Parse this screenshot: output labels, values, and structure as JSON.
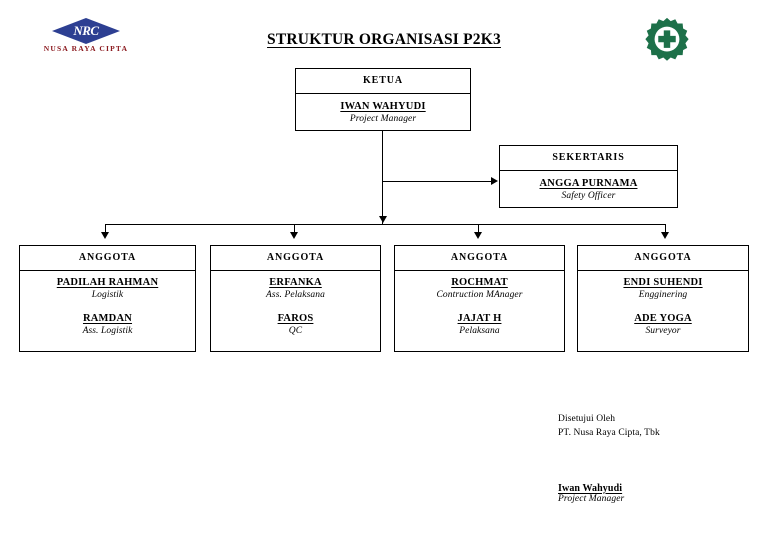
{
  "document": {
    "title": "STRUKTUR ORGANISASI P2K3",
    "background_color": "#ffffff"
  },
  "logos": {
    "company": {
      "name": "nrc-company-logo",
      "mark_text": "NRC",
      "wordmark": "NUSA RAYA CIPTA",
      "diamond_color": "#2d3f92",
      "wordmark_color": "#8c1b20"
    },
    "k3": {
      "name": "k3-safety-gear-cross-logo",
      "color": "#1d7049"
    }
  },
  "chart": {
    "ketua": {
      "header": "KETUA",
      "people": [
        {
          "name": "IWAN WAHYUDI",
          "role": "Project Manager"
        }
      ]
    },
    "sekertaris": {
      "header": "SEKERTARIS",
      "people": [
        {
          "name": "ANGGA PURNAMA",
          "role": "Safety Officer"
        }
      ]
    },
    "anggota": [
      {
        "header": "ANGGOTA",
        "people": [
          {
            "name": "PADILAH RAHMAN",
            "role": "Logistik"
          },
          {
            "name": "RAMDAN",
            "role": "Ass. Logistik"
          }
        ]
      },
      {
        "header": "ANGGOTA",
        "people": [
          {
            "name": "ERFANKA",
            "role": "Ass. Pelaksana"
          },
          {
            "name": "FAROS",
            "role": "QC"
          }
        ]
      },
      {
        "header": "ANGGOTA",
        "people": [
          {
            "name": "ROCHMAT",
            "role": "Contruction MAnager"
          },
          {
            "name": "JAJAT H",
            "role": "Pelaksana"
          }
        ]
      },
      {
        "header": "ANGGOTA",
        "people": [
          {
            "name": "ENDI SUHENDI",
            "role": "Engginering"
          },
          {
            "name": "ADE YOGA",
            "role": "Surveyor"
          }
        ]
      }
    ]
  },
  "signature": {
    "approval_label": "Disetujui Oleh",
    "company": "PT. Nusa Raya Cipta, Tbk",
    "name": "Iwan Wahyudi",
    "role": "Project Manager"
  }
}
